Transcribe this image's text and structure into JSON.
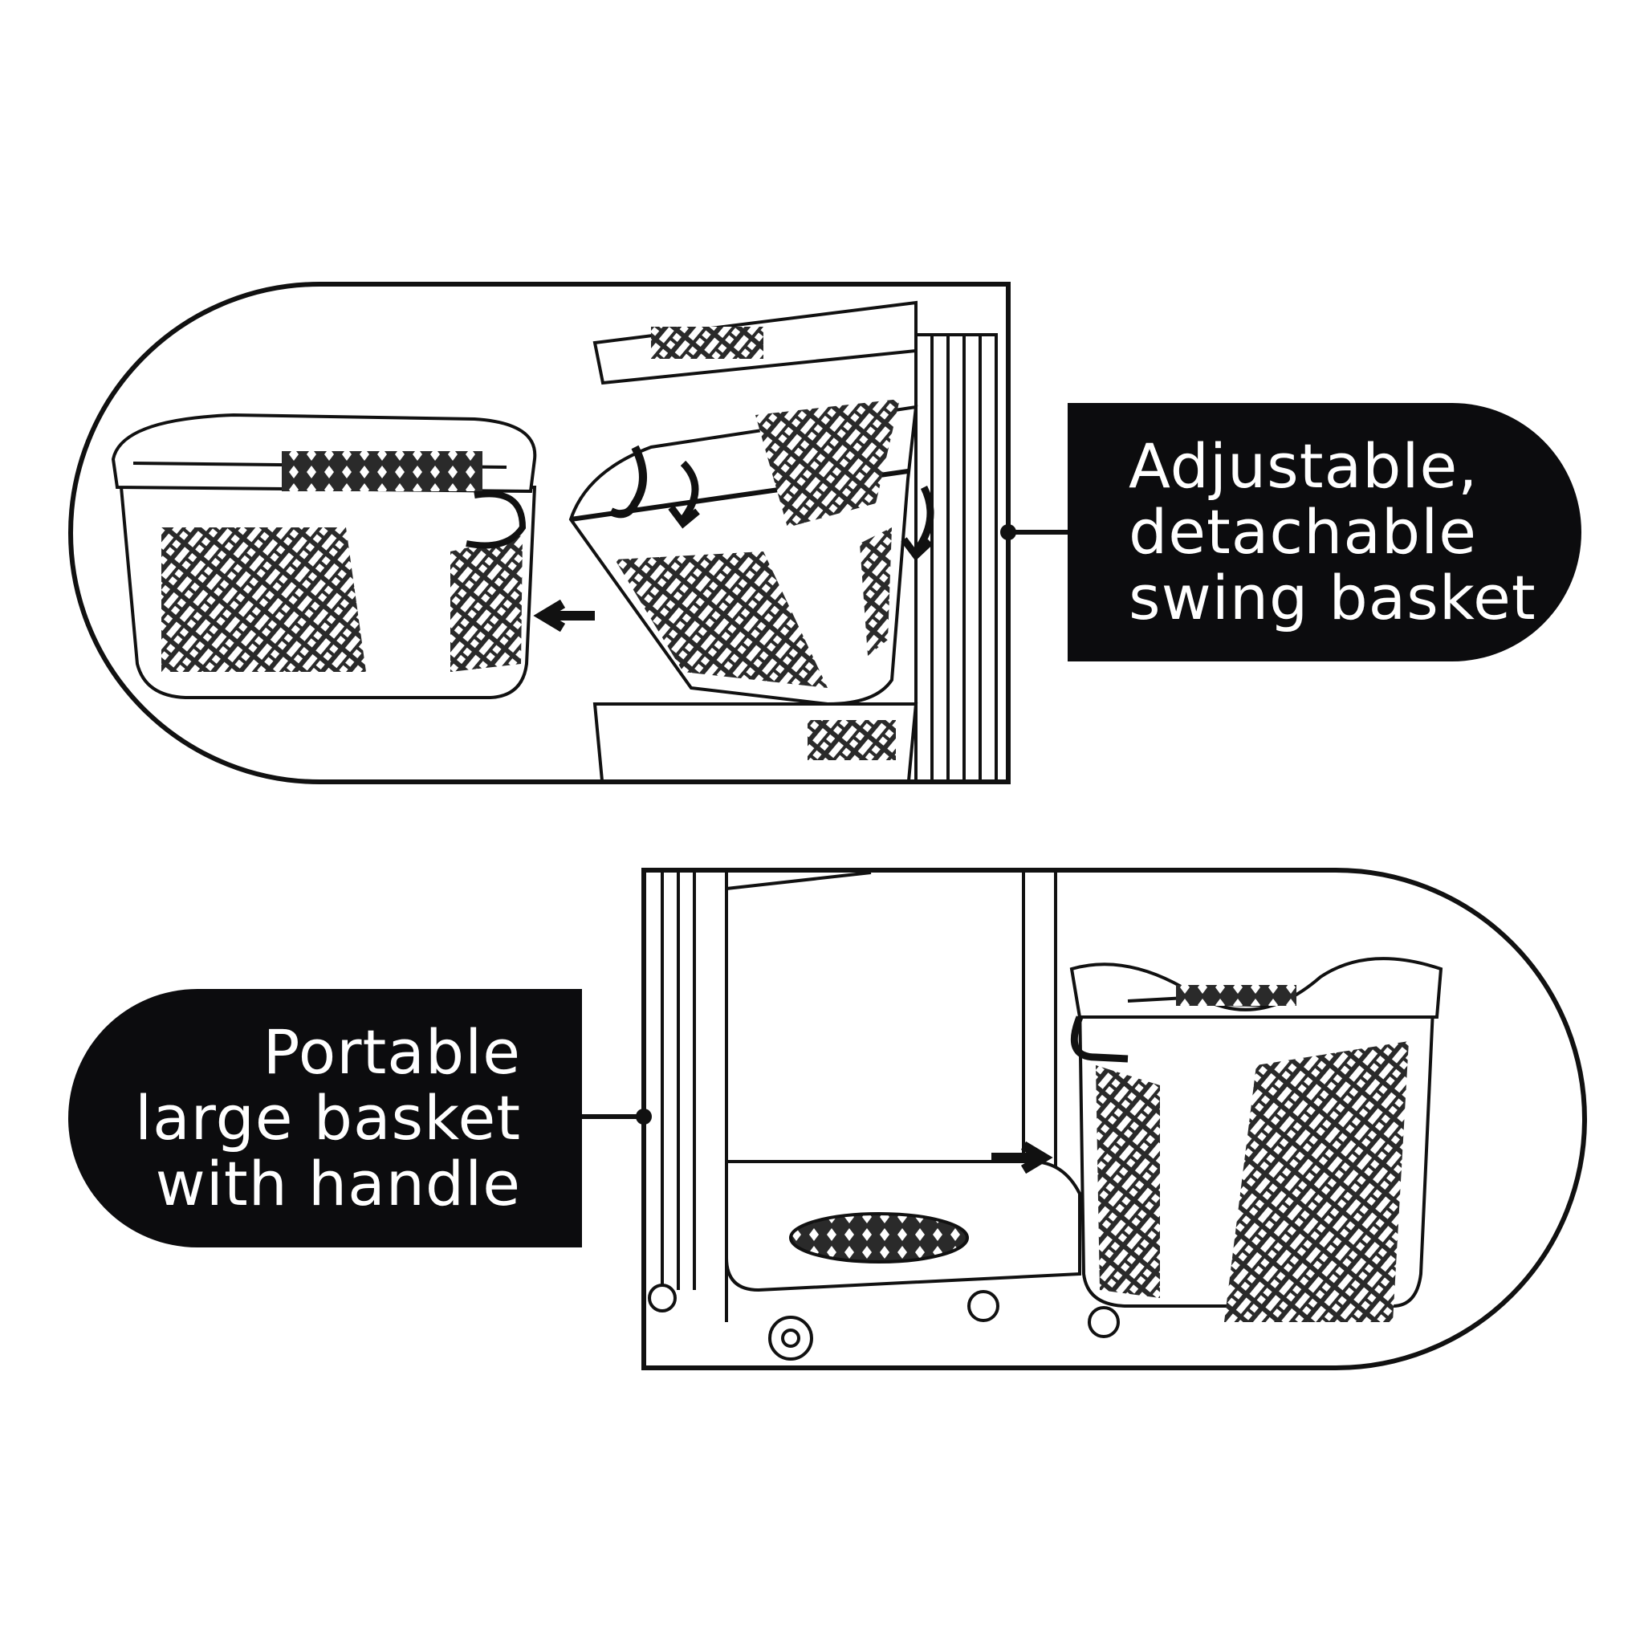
{
  "callouts": [
    {
      "lines": [
        "Adjustable,",
        "detachable",
        "swing basket"
      ]
    },
    {
      "lines": [
        "Portable",
        "large basket",
        "with handle"
      ]
    }
  ],
  "colors": {
    "ink": "#111111",
    "label_bg": "#0c0c0e",
    "label_text": "#ffffff",
    "background": "#ffffff"
  }
}
